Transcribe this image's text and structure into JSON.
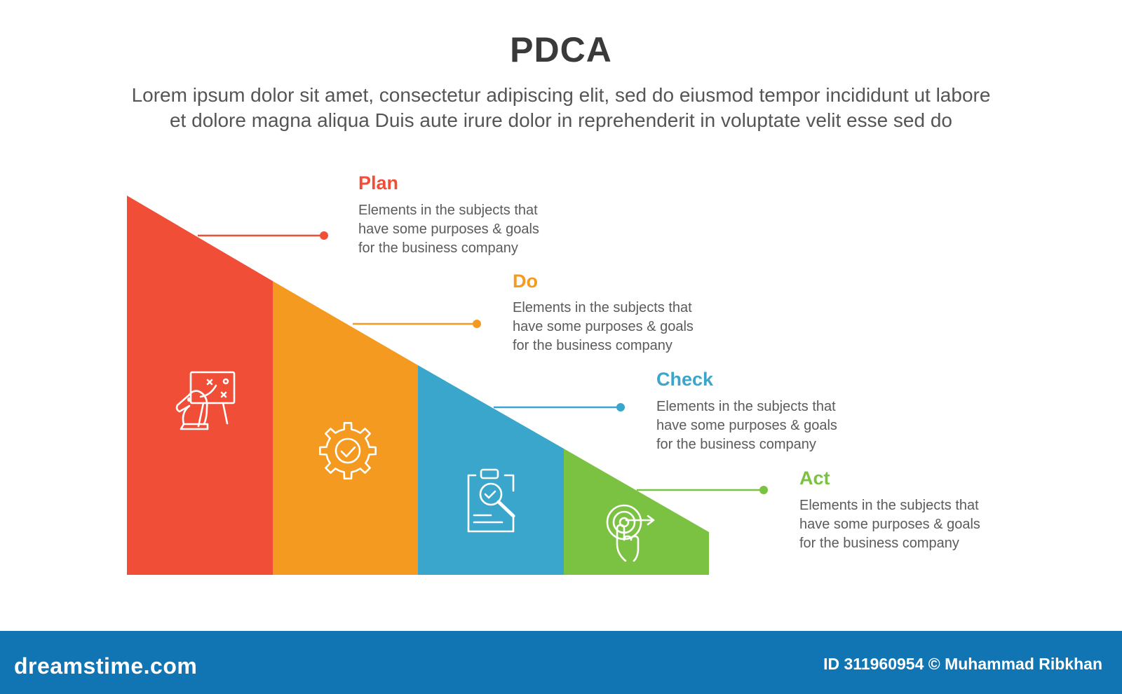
{
  "header": {
    "title": "PDCA",
    "subtitle_lines": [
      "Lorem ipsum dolor sit amet, consectetur adipiscing elit, sed do eiusmod tempor incididunt ut labore",
      "et dolore magna aliqua Duis aute irure dolor in reprehenderit in voluptate velit esse sed do"
    ]
  },
  "steps": [
    {
      "label": "Plan",
      "color": "#f04e37",
      "icon": "chess-strategy-board-icon",
      "desc_lines": [
        "Elements in the subjects that",
        "have  some purposes & goals",
        "for the  business company"
      ]
    },
    {
      "label": "Do",
      "color": "#f49a20",
      "icon": "gear-check-icon",
      "desc_lines": [
        "Elements in the subjects that",
        "have  some purposes & goals",
        "for the  business company"
      ]
    },
    {
      "label": "Check",
      "color": "#3aa6cc",
      "icon": "clipboard-magnifier-icon",
      "desc_lines": [
        "Elements in the subjects that",
        "have  some purposes & goals",
        "for the  business company"
      ]
    },
    {
      "label": "Act",
      "color": "#7cc242",
      "icon": "target-hand-click-icon",
      "desc_lines": [
        "Elements in the subjects that",
        "have  some purposes & goals",
        "for the  business company"
      ]
    }
  ],
  "footer": {
    "brand": "dreamstime.com",
    "credit": "ID 311960954 © Muhammad Ribkhan"
  }
}
